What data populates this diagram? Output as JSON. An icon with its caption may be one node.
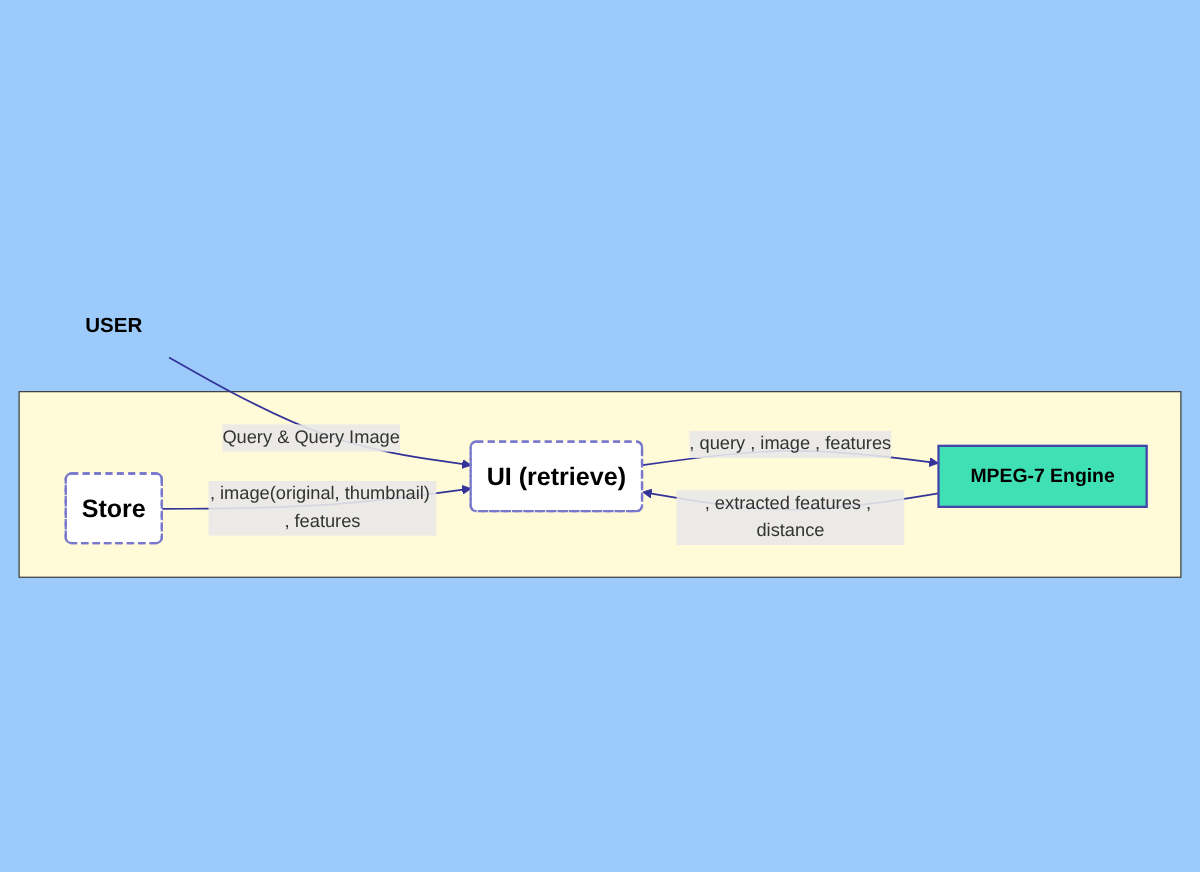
{
  "diagram": {
    "nodes": [
      {
        "text": [
          "USER"
        ]
      },
      {
        "text": [],
        "shape": "box"
      },
      {
        "text": [
          "UI (retrieve)"
        ],
        "in": 1
      },
      {
        "text": [
          "MPEG-7 Engine"
        ],
        "in": 1
      },
      {
        "text": [
          "Store"
        ],
        "in": 1
      }
    ],
    "edges": [
      {
        "from": 0,
        "to": 2,
        "arrow": "to",
        "label": "Query & Query Image"
      },
      {
        "from": 2,
        "to": 3,
        "arrow": "to",
        "label": ", query , image , features"
      },
      {
        "from": 3,
        "to": 2,
        "arrow": "to",
        "label": ", extracted features , distance"
      },
      {
        "from": 4,
        "to": 2,
        "arrow": "to",
        "label": ", image(original, thumbnail) , features"
      }
    ]
  }
}
